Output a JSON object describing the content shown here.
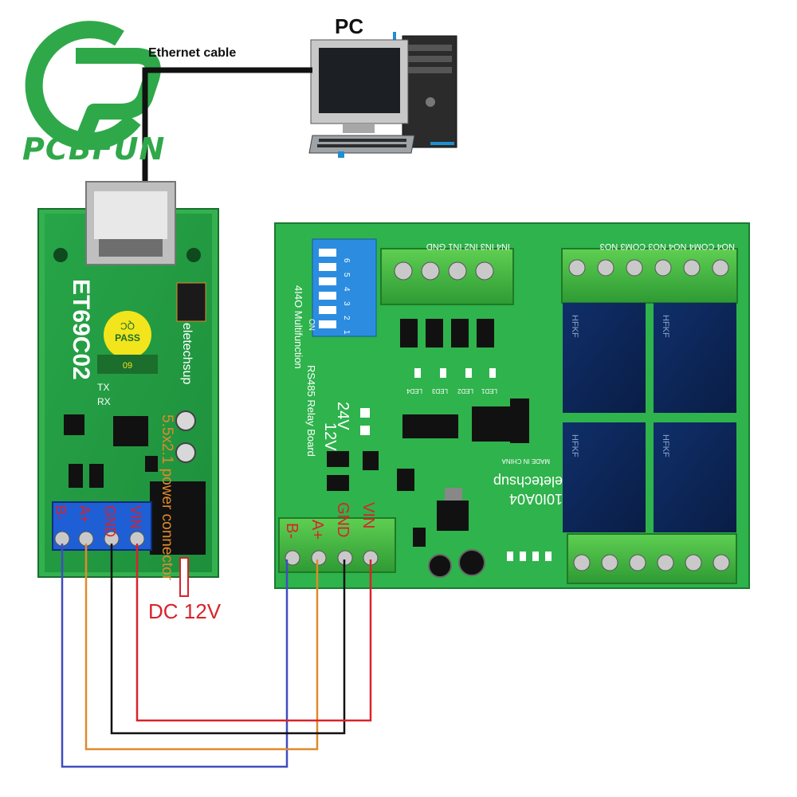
{
  "logo": {
    "brand": "PCBFUN",
    "icon": "pcbfun-logo-icon"
  },
  "pc": {
    "label": "PC",
    "icon": "desktop-computer-icon"
  },
  "ethernet": {
    "label": "Ethernet cable"
  },
  "gateway": {
    "model": "ET69C02",
    "maker": "eletechsup",
    "qc_line1": "QC",
    "qc_line2": "PASS",
    "qc_line3": "09",
    "tx": "TX",
    "rx": "RX",
    "terminals": [
      "B-",
      "A+",
      "GND",
      "VIN"
    ],
    "power_jack": "5.5x2.1 power connector"
  },
  "power": {
    "label": "DC 12V"
  },
  "relay_board": {
    "model": "10I0A04",
    "maker": "eletechsup",
    "made_in": "MADE IN CHINA",
    "title_line1": "4I4O Multifunction",
    "title_line2": "RS485 Relay Board",
    "v24": "24V",
    "v12": "12V",
    "input_header": "IN4  IN3  IN2  IN1  GND",
    "output_header": "NO4 COM4 NO4  NO3 COM3 NO3",
    "dip_numbers": [
      "1",
      "2",
      "3",
      "4",
      "5",
      "6"
    ],
    "dip_on": "ON",
    "leds": [
      "LED4",
      "LED3",
      "LED2",
      "LED1"
    ],
    "relay_brand": "HFKF",
    "terminals": [
      "B-",
      "A+",
      "GND",
      "VIN"
    ]
  },
  "wire_colors": {
    "b_minus": "#3f4cc0",
    "a_plus": "#e08a2c",
    "gnd": "#111111",
    "vin": "#d8232a"
  }
}
